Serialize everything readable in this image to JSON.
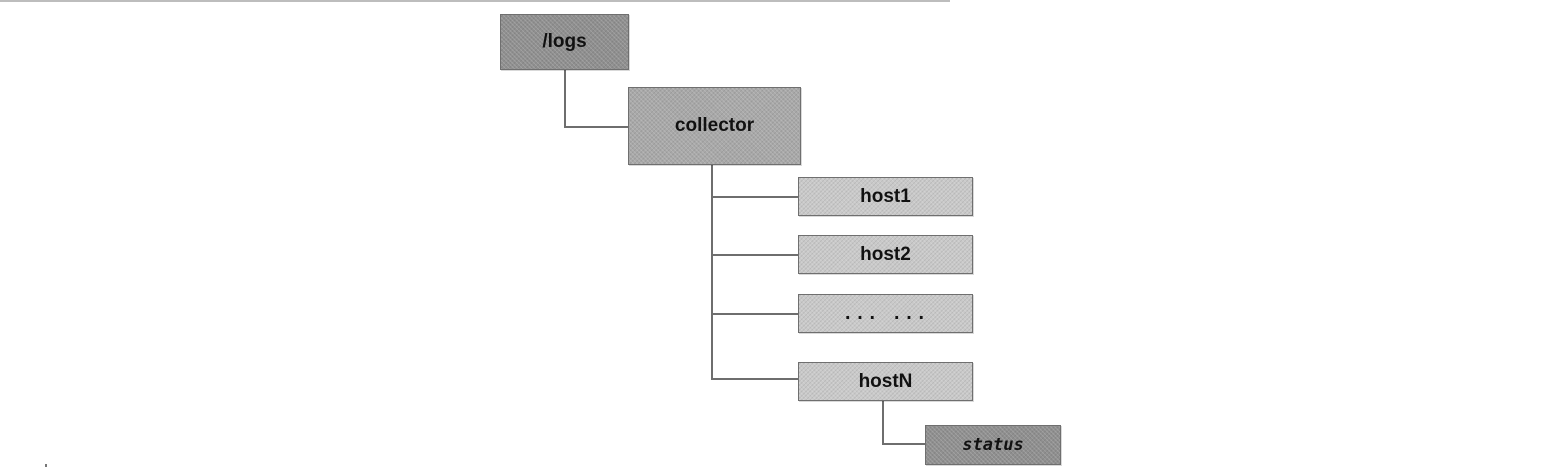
{
  "diagram": {
    "type": "directory-tree",
    "colors": {
      "root_fill": "#8f8f8f",
      "collector_fill": "#a8a8a8",
      "host_fill": "#c9c9c9",
      "status_fill": "#8f8f8f",
      "connector": "#6e6e6e"
    },
    "nodes": {
      "logs": "/logs",
      "collector": "collector",
      "host1": "host1",
      "host2": "host2",
      "ellipsis": "... ...",
      "hostn": "hostN",
      "status": "status"
    },
    "edges": [
      {
        "from": "/logs",
        "to": "collector"
      },
      {
        "from": "collector",
        "to": "host1"
      },
      {
        "from": "collector",
        "to": "host2"
      },
      {
        "from": "collector",
        "to": "... ..."
      },
      {
        "from": "collector",
        "to": "hostN"
      },
      {
        "from": "hostN",
        "to": "status"
      }
    ]
  }
}
